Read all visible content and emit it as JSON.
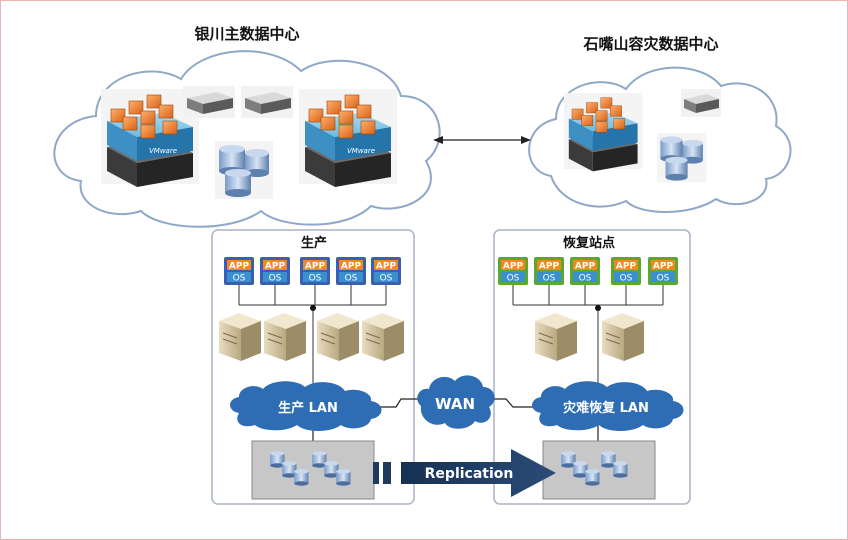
{
  "sites": {
    "primary_title": "银川主数据中心",
    "dr_title": "石嘴山容灾数据中心"
  },
  "production": {
    "title": "生产",
    "lan_label": "生产 LAN",
    "vm_app_label": "APP",
    "vm_os_label": "OS",
    "vm_count": 5,
    "server_count": 4,
    "vm_box_color": "#3a5fb0",
    "app_color": "#f08a1c",
    "os_color": "#3a8fcf"
  },
  "recovery": {
    "title": "恢复站点",
    "lan_label": "灾难恢复 LAN",
    "vm_app_label": "APP",
    "vm_os_label": "OS",
    "vm_count": 5,
    "server_count": 2,
    "vm_box_color": "#58a832"
  },
  "network": {
    "wan_label": "WAN",
    "cloud_color": "#2e6db4"
  },
  "replication": {
    "label": "Replication",
    "arrow_color": "#1f3a5c"
  },
  "vmware_label": "VMware"
}
